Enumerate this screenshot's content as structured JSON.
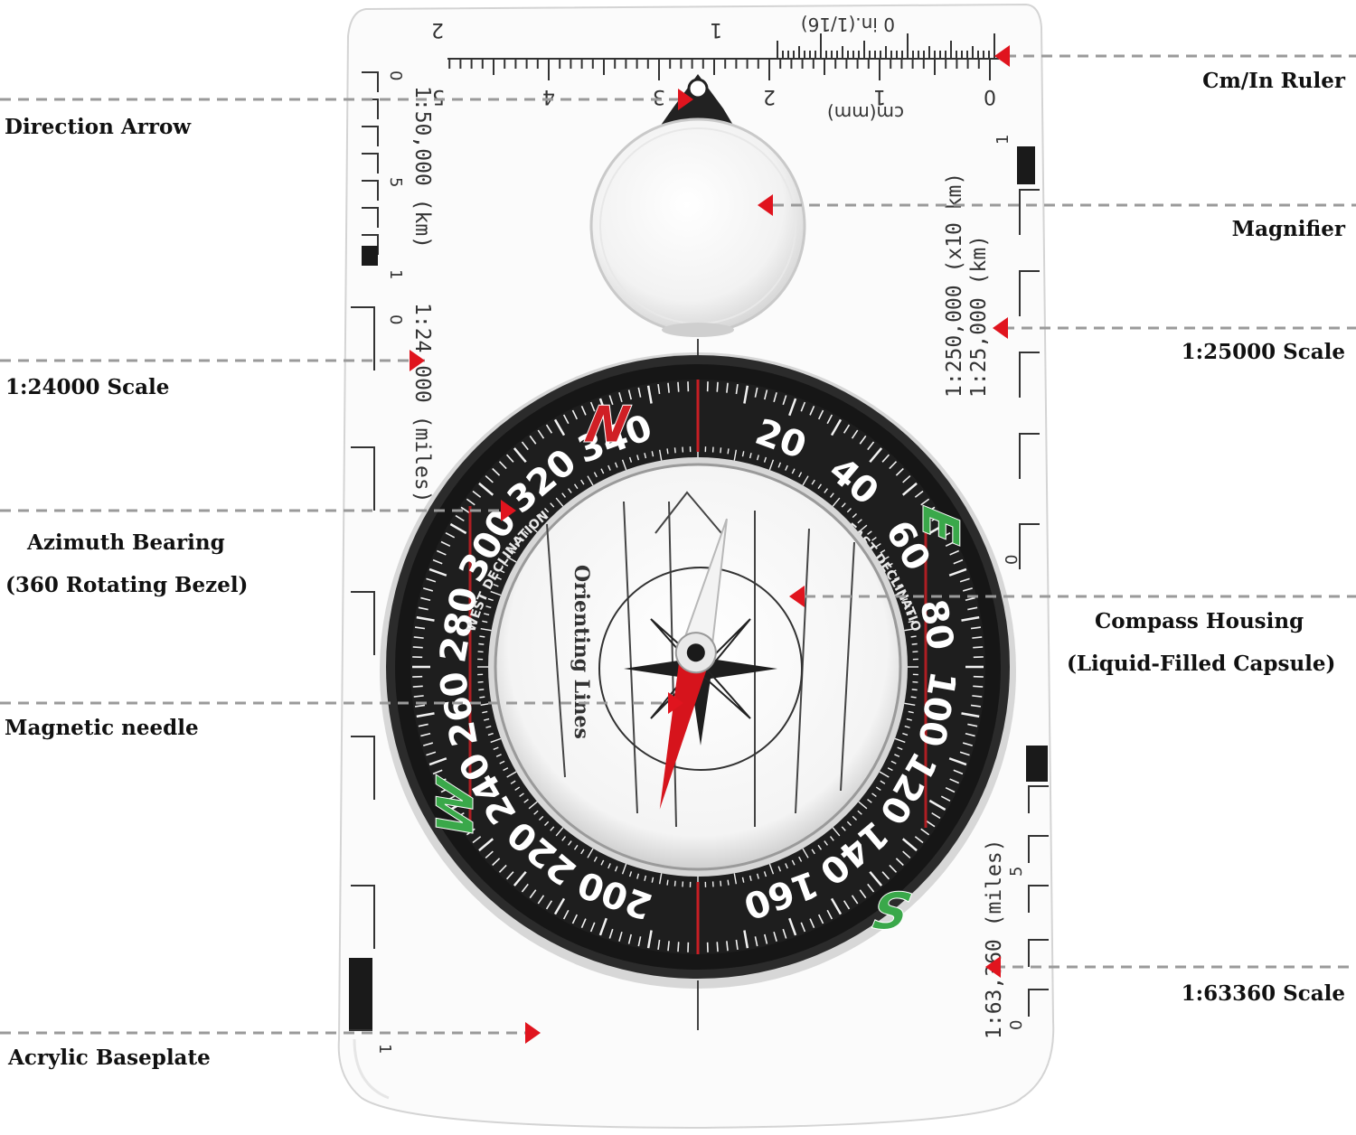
{
  "labels": {
    "cm_in_ruler": "Cm/In Ruler",
    "direction_arrow": "Direction Arrow",
    "magnifier": "Magnifier",
    "scale_1_25000": "1:25000 Scale",
    "scale_1_24000": "1:24000 Scale",
    "azimuth_bearing_line1": "Azimuth Bearing",
    "azimuth_bearing_line2": "(360 Rotating Bezel)",
    "compass_housing_line1": "Compass Housing",
    "compass_housing_line2": "(Liquid-Filled Capsule)",
    "magnetic_needle": "Magnetic needle",
    "scale_1_63360": "1:63360 Scale",
    "acrylic_baseplate": "Acrylic Baseplate"
  },
  "baseplate_text": {
    "ruler_unit_cm": "cm(mm)",
    "ruler_unit_in": "0 in.(1/16)",
    "ruler_cm_numbers": [
      "0",
      "1",
      "2",
      "3",
      "4",
      "5"
    ],
    "ruler_in_numbers": [
      "1",
      "2"
    ],
    "left_scale_1": "1:50,000  (km)",
    "left_scale_2": "1:24,000  (miles)",
    "left_scale_numbers": [
      "0",
      "5",
      "1",
      "0"
    ],
    "right_scale_1": "1:250,000  (x10 km)",
    "right_scale_2": "1:25,000  (km)",
    "right_scale_3": "1:63,360  (miles)",
    "right_scale_numbers": [
      "1",
      "0",
      "5",
      "0"
    ],
    "bottom_left_number": "1",
    "west_declination": "WEST DECLINATION",
    "east_declination": "EAST DECLINATION",
    "orienting_lines": "Orienting Lines"
  },
  "bezel": {
    "cardinals": [
      {
        "text": "N",
        "deg": 0,
        "color": "#d01f25"
      },
      {
        "text": "E",
        "deg": 90,
        "color": "#3aa84a"
      },
      {
        "text": "S",
        "deg": 180,
        "color": "#3aa84a"
      },
      {
        "text": "W",
        "deg": 270,
        "color": "#3aa84a"
      }
    ],
    "numbers": [
      "20",
      "40",
      "60",
      "80",
      "100",
      "120",
      "140",
      "160",
      "200",
      "220",
      "240",
      "260",
      "280",
      "300",
      "320",
      "340"
    ]
  },
  "colors": {
    "marker": "#e0141e",
    "leader": "#9a9a9a",
    "bezel": "#1c1c1c",
    "needle_red": "#d6141c",
    "red_line": "#c81e24"
  }
}
